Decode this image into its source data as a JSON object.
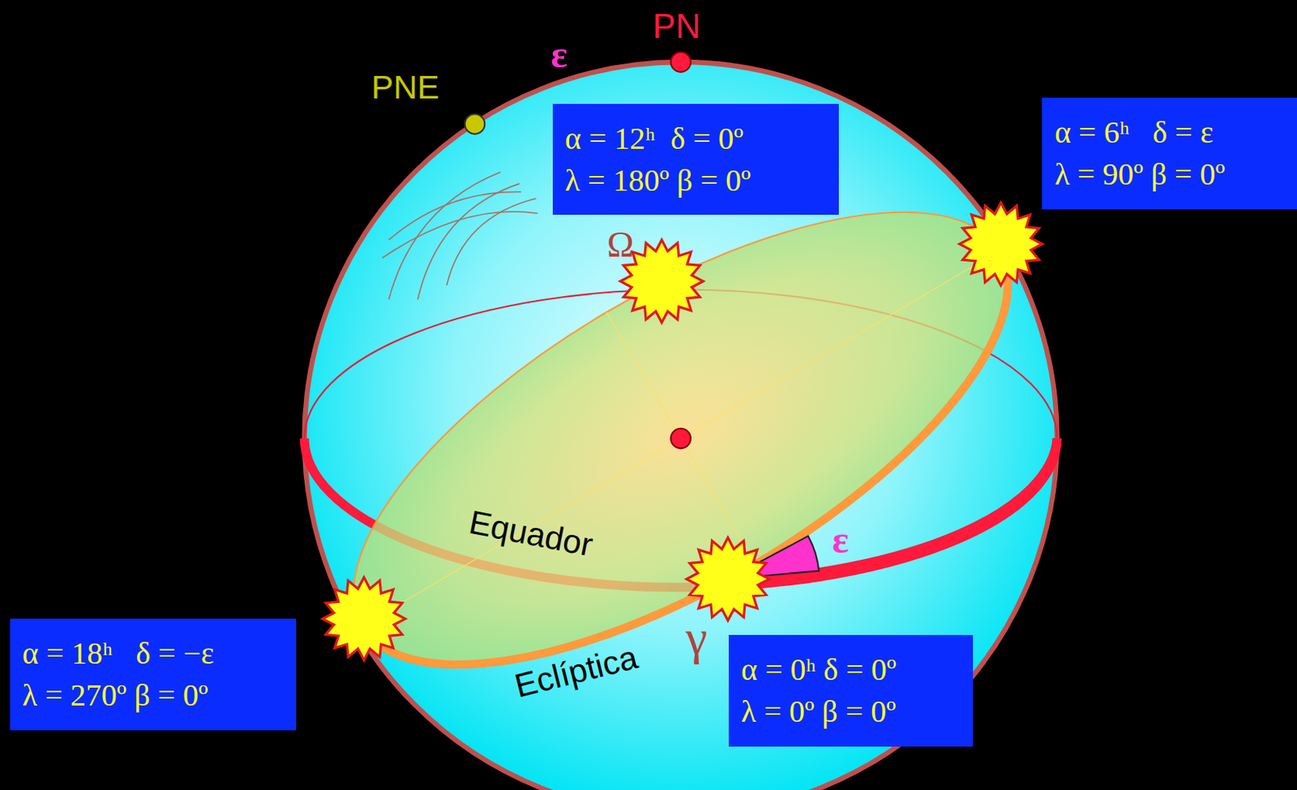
{
  "diagram": {
    "nodes": [
      {
        "text": [
          "α = 12ʰ  δ = 0º",
          "λ = 180º β = 0º"
        ]
      },
      {
        "text": [
          "α = 6ʰ   δ = ε",
          "λ = 90º β = 0º"
        ]
      },
      {
        "text": [
          "α = 18ʰ   δ = −ε",
          "λ = 270º β = 0º"
        ]
      },
      {
        "text": [
          "α = 0ʰ δ = 0º",
          "λ = 0º β = 0º"
        ]
      }
    ],
    "labels": [
      "PN",
      "ε",
      "PNE",
      "Ω",
      "Equador",
      "Eclíptica",
      "γ",
      "ε"
    ]
  }
}
